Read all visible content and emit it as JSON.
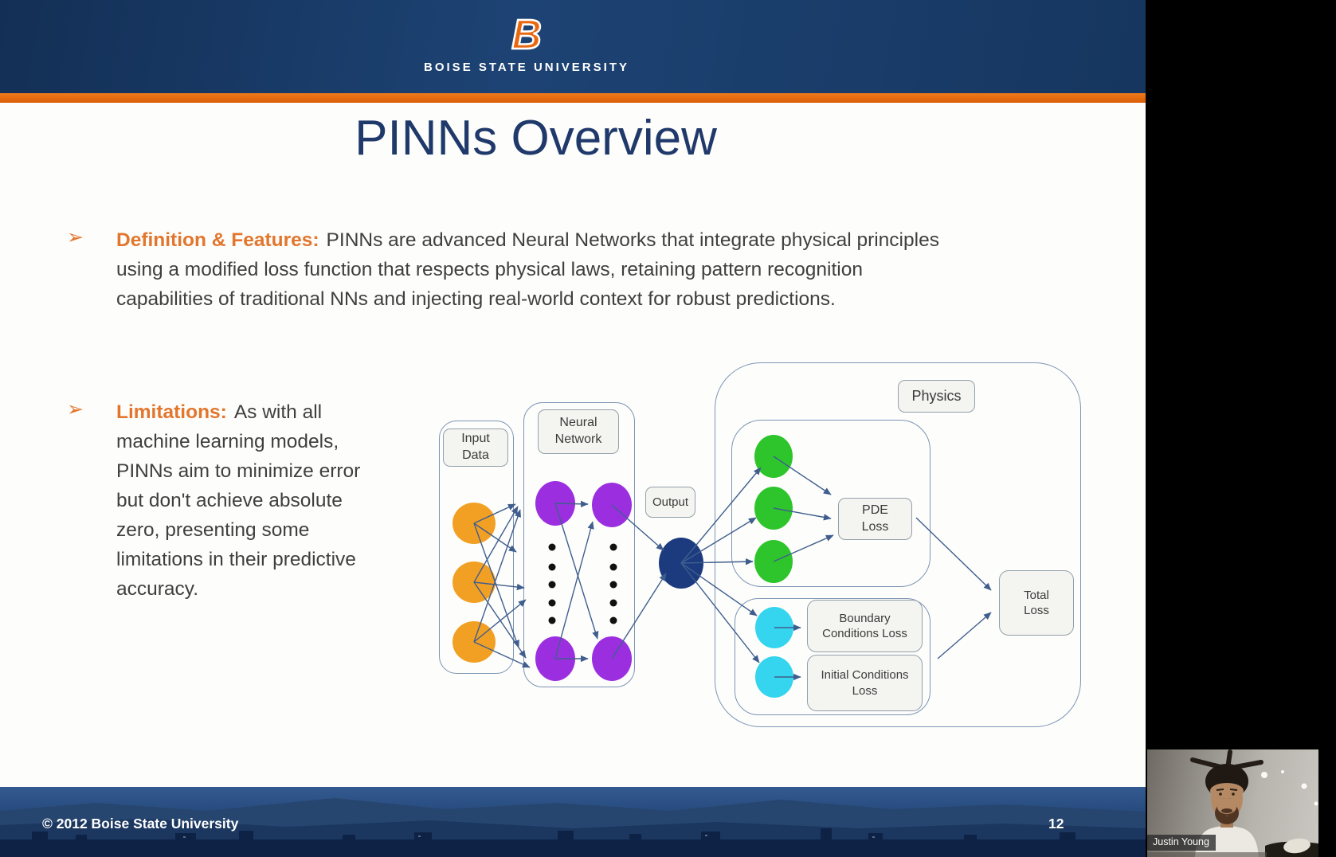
{
  "header": {
    "logo_letter": "B",
    "university": "BOISE STATE UNIVERSITY"
  },
  "slide": {
    "title": "PINNs Overview",
    "bullet_glyph": "➢",
    "bullets": [
      {
        "label": "Definition & Features:",
        "text": "PINNs are advanced Neural Networks that integrate physical principles using a modified loss function that respects physical laws, retaining pattern recognition capabilities of traditional NNs and injecting real-world context for robust predictions."
      },
      {
        "label": "Limitations:",
        "text": "As with all machine learning models, PINNs aim to minimize error but don't achieve absolute zero, presenting some limitations in their predictive accuracy."
      }
    ]
  },
  "diagram": {
    "labels": {
      "input": "Input Data",
      "nn": "Neural Network",
      "output": "Output",
      "physics": "Physics",
      "pde": "PDE Loss",
      "boundary": "Boundary Conditions Loss",
      "initial": "Initial Conditions Loss",
      "total": "Total Loss"
    },
    "colors": {
      "orange": "#F2A024",
      "purple": "#9B2FE0",
      "green": "#2EC52C",
      "cyan": "#35D5EF",
      "navy": "#1B3B7E",
      "arrow": "#3F5E8E",
      "dots": "#111111"
    }
  },
  "footer": {
    "copyright": "© 2012 Boise State University",
    "page_number": "12"
  },
  "webcam": {
    "participant_name": "Justin Young"
  }
}
